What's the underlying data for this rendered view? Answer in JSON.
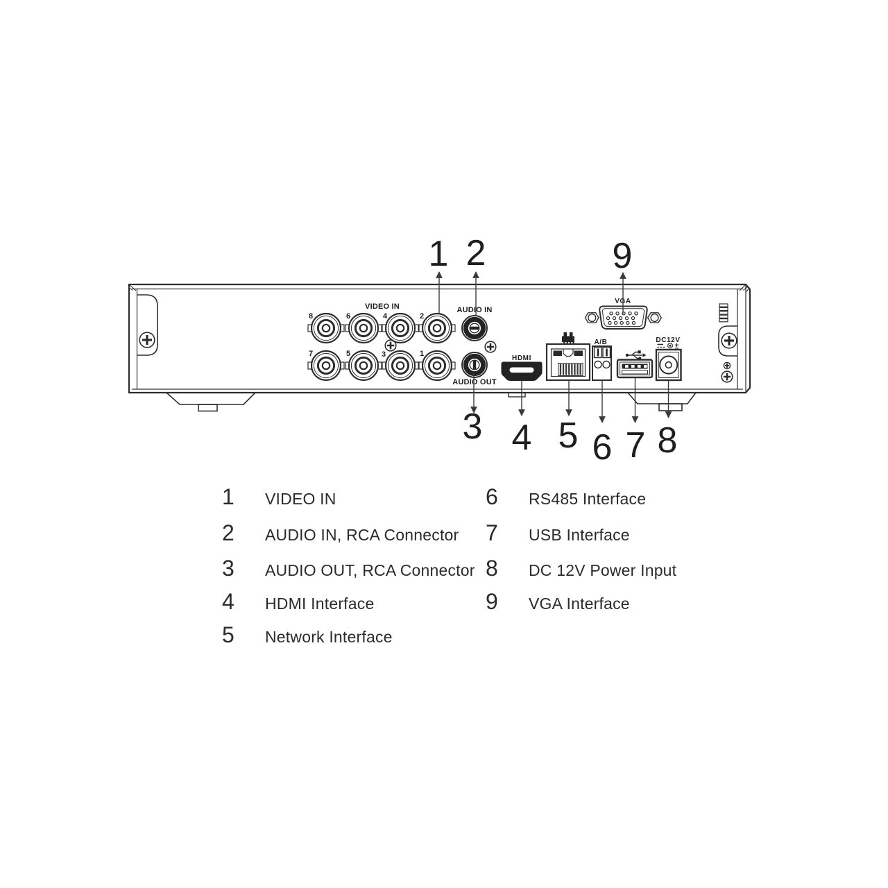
{
  "figure": {
    "panel_labels": {
      "video_in": "VIDEO IN",
      "audio_in": "AUDIO IN",
      "audio_out": "AUDIO OUT",
      "hdmi": "HDMI",
      "rs485": "A/B",
      "dc12v": "DC12V",
      "vga": "VGA"
    },
    "bnc_top": [
      "8",
      "6",
      "4",
      "2"
    ],
    "bnc_bottom": [
      "7",
      "5",
      "3",
      "1"
    ],
    "callouts": [
      "1",
      "2",
      "3",
      "4",
      "5",
      "6",
      "7",
      "8",
      "9"
    ]
  },
  "legend": {
    "left": [
      {
        "num": "1",
        "label": "VIDEO IN"
      },
      {
        "num": "2",
        "label": "AUDIO IN, RCA Connector"
      },
      {
        "num": "3",
        "label": "AUDIO OUT, RCA Connector"
      },
      {
        "num": "4",
        "label": "HDMI Interface"
      },
      {
        "num": "5",
        "label": "Network Interface"
      }
    ],
    "right": [
      {
        "num": "6",
        "label": "RS485 Interface"
      },
      {
        "num": "7",
        "label": "USB Interface"
      },
      {
        "num": "8",
        "label": "DC 12V Power Input"
      },
      {
        "num": "9",
        "label": "VGA Interface"
      }
    ]
  },
  "colors": {
    "line": "#2d2d2d",
    "text": "#2b2b2b",
    "background": "#ffffff"
  }
}
